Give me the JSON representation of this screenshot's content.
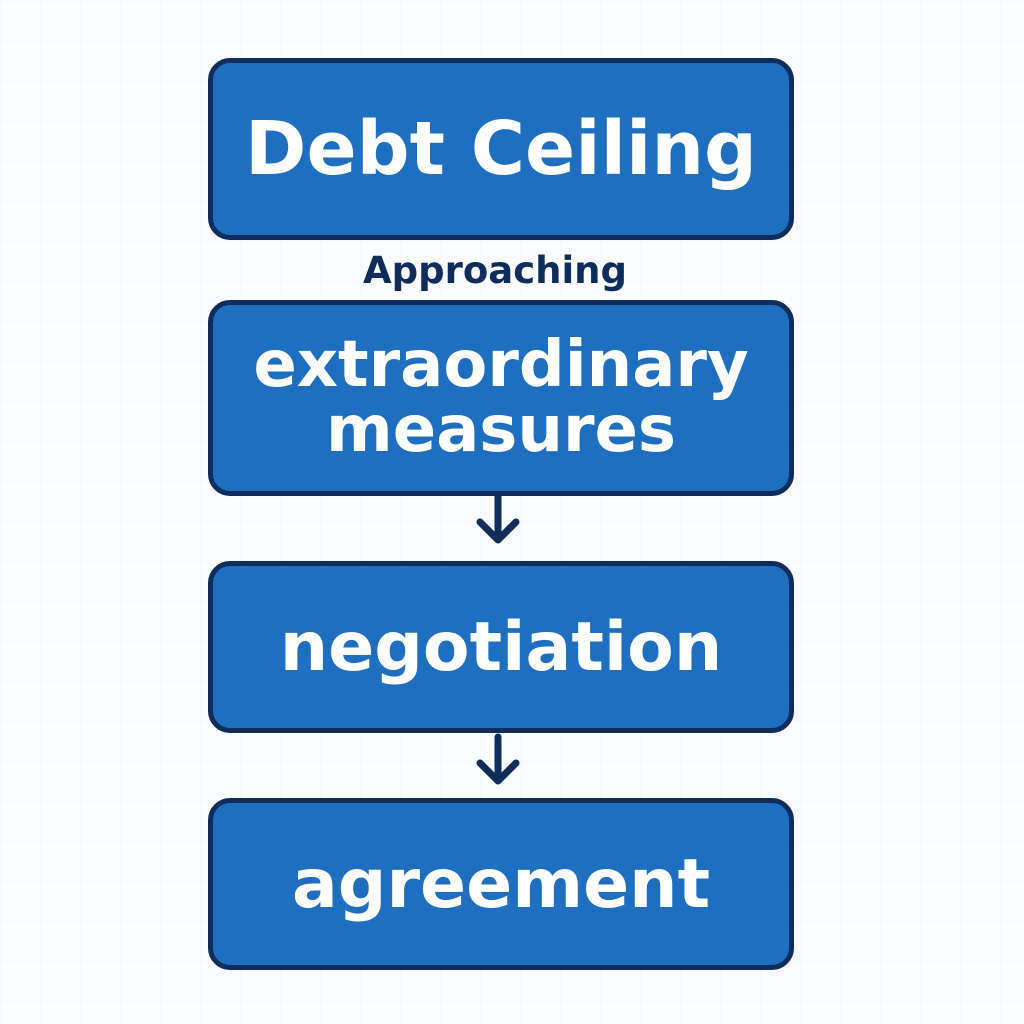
{
  "flow": {
    "steps": [
      {
        "label": "Debt Ceiling"
      },
      {
        "label_lines": [
          "extraordinary",
          "measures"
        ]
      },
      {
        "label": "negotiation"
      },
      {
        "label": "agreement"
      }
    ],
    "connector_label": "Approaching"
  },
  "colors": {
    "box_fill": "#1e6fc0",
    "box_border": "#0f2d5a",
    "box_text": "#ffffff",
    "connector_text": "#0f2d5a",
    "arrow": "#0f2d5a",
    "background": "#fbfcfd"
  },
  "icons": {
    "arrow": "arrow-down-icon"
  }
}
